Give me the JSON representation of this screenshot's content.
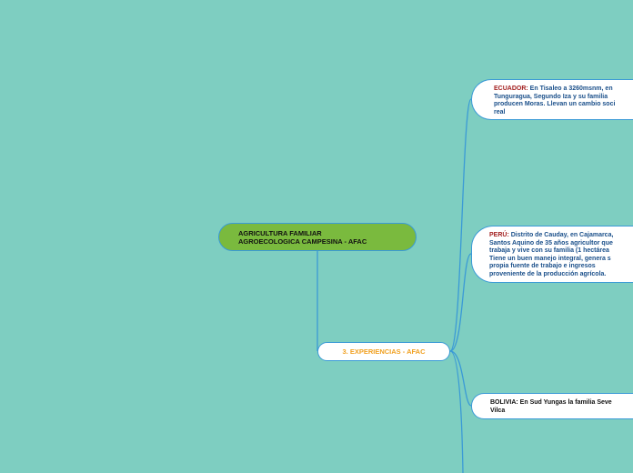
{
  "root": {
    "line1": "AGRICULTURA FAMILIAR",
    "line2": "AGROECOLOGICA CAMPESINA - AFAC"
  },
  "hub": {
    "label": "3. EXPERIENCIAS - AFAC"
  },
  "leaves": [
    {
      "country": "ECUADOR:",
      "lines": [
        " En Tisaleo a 3260msnm, en",
        "Tunguragua, Segundo Iza y su familia",
        "producen Moras. Llevan un cambio soci",
        "real"
      ]
    },
    {
      "country": "PERÚ:",
      "lines": [
        " Distrito de Cauday, en Cajamarca,",
        "Santos Aquino de 35 años agricultor que",
        "trabaja y vive con su familia (1 hectárea",
        "Tiene un buen manejo integral, genera s",
        "propia fuente de trabajo e ingresos",
        "proveniente de la producción agrícola."
      ]
    },
    {
      "country": "BOLIVIA:",
      "lines": [
        " En  Sud Yungas la familia Seve",
        "Vilca"
      ]
    }
  ],
  "colors": {
    "background": "#7ecec1",
    "root_fill": "#7aba3e",
    "connector": "#3a9ad6",
    "hub_text": "#f0a020",
    "leaf_text": "#1a4f8a",
    "country_text": "#a32020"
  }
}
